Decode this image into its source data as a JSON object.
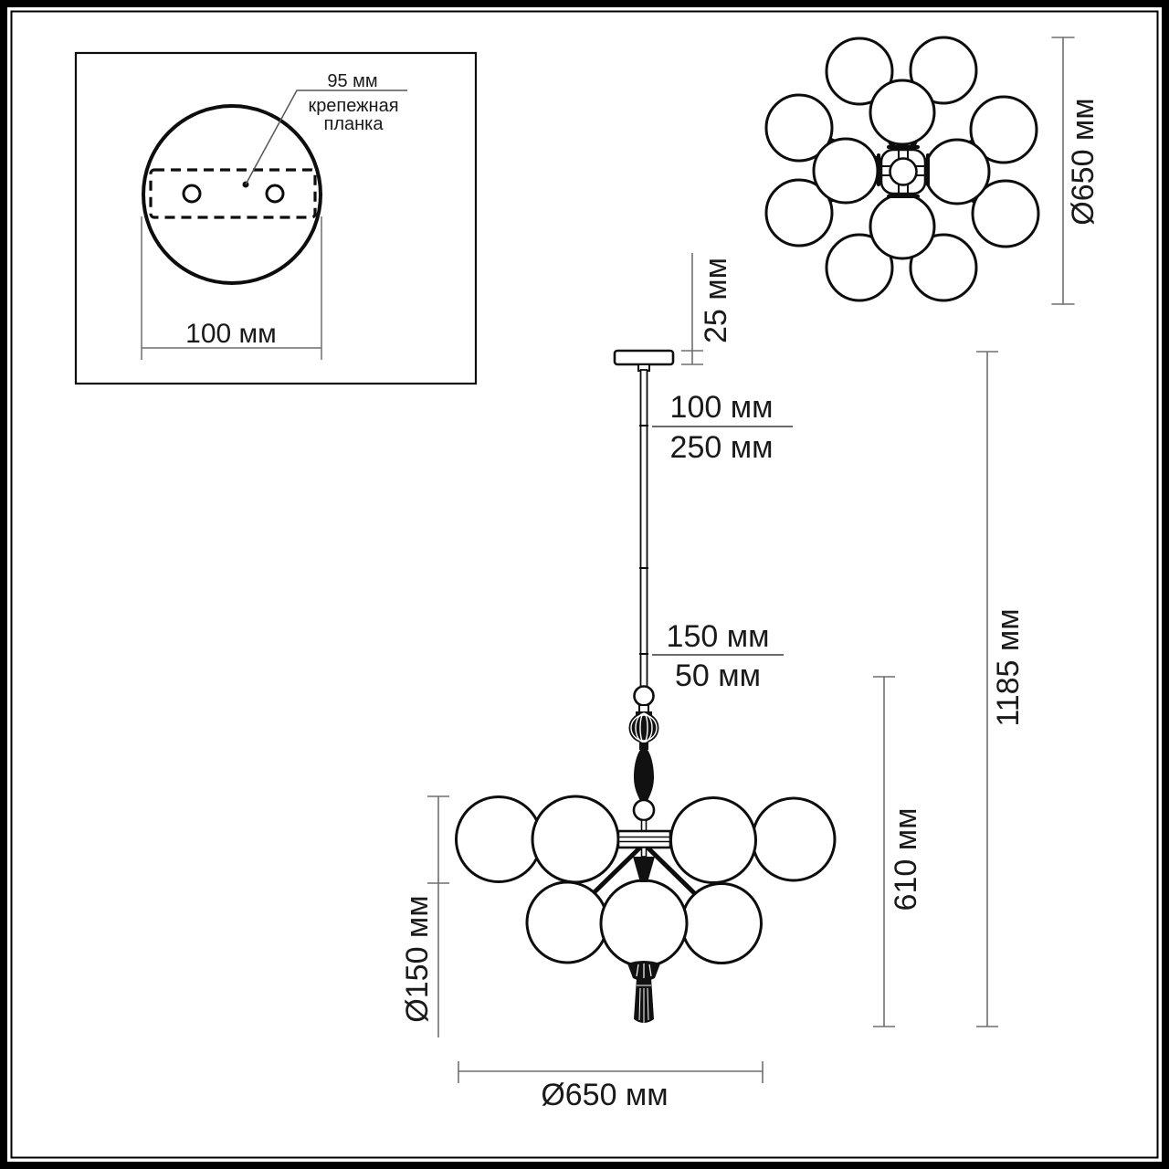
{
  "inset": {
    "hole_pitch": "95 мм",
    "bracket_line1": "крепежная",
    "bracket_line2": "планка",
    "canopy_diameter": "100 мм"
  },
  "top_view": {
    "diameter": "Ø650 мм"
  },
  "side_view": {
    "canopy_height": "25 мм",
    "rod_upper_num": "100 мм",
    "rod_upper_den": "250 мм",
    "rod_lower_num": "150 мм",
    "rod_lower_den": "50 мм",
    "globe_diameter": "Ø150 мм",
    "body_height": "610 мм",
    "total_height": "1185 мм",
    "diameter": "Ø650 мм"
  },
  "colors": {
    "line": "#0d0d0d",
    "dim": "#6f6f6f",
    "text": "#1a1a1a",
    "background": "#ffffff"
  }
}
